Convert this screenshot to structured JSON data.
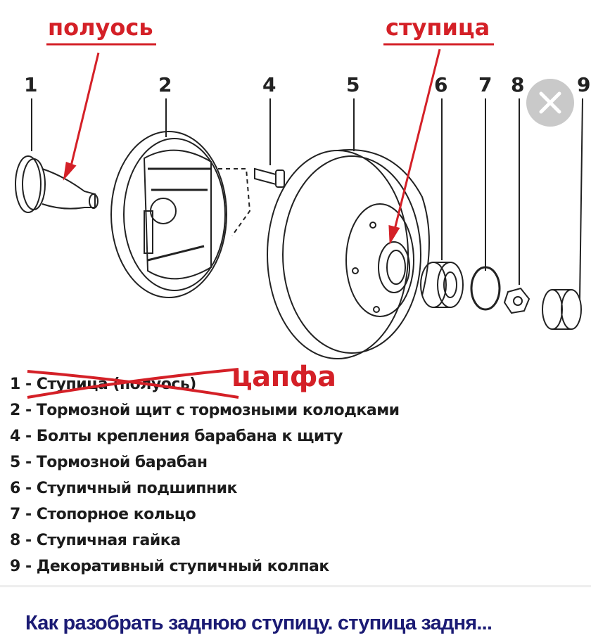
{
  "diagram": {
    "annotations": {
      "left": "полуось",
      "right": "ступица"
    },
    "part_numbers": [
      "1",
      "2",
      "4",
      "5",
      "6",
      "7",
      "8",
      "9"
    ],
    "annotation_color": "#d42027"
  },
  "close_button": {
    "icon": "close-icon"
  },
  "legend": {
    "items": [
      {
        "text": "1 - Ступица (полуось)",
        "struck": true,
        "correction": "цапфа"
      },
      {
        "text": "2 - Тормозной щит с тормозными колодками"
      },
      {
        "text": "4 - Болты крепления барабана к щиту"
      },
      {
        "text": "5 - Тормозной барабан"
      },
      {
        "text": "6 - Ступичный подшипник"
      },
      {
        "text": "7 - Стопорное кольцо"
      },
      {
        "text": "8 - Ступичная гайка"
      },
      {
        "text": "9 - Декоративный ступичный колпак"
      }
    ]
  },
  "caption": {
    "title": "Как разобрать заднюю ступицу. ступица задня...",
    "color": "#1b1b74"
  }
}
